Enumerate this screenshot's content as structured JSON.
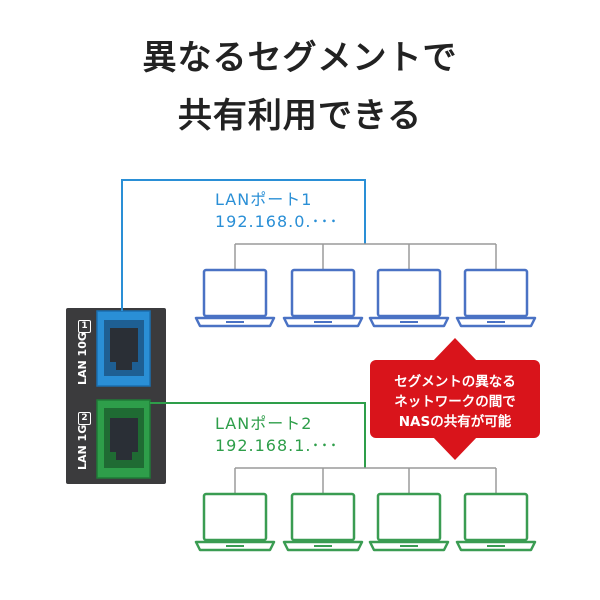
{
  "heading": {
    "line1": "異なるセグメントで",
    "line2": "共有利用できる"
  },
  "port1": {
    "title": "LANポート1",
    "ip": "192.168.0.･･･",
    "color": "#2a8fd6",
    "switch_label": "LAN 10G",
    "badge": "1"
  },
  "port2": {
    "title": "LANポート2",
    "ip": "192.168.1.･･･",
    "color": "#2e9e4a",
    "switch_label": "LAN 1G",
    "badge": "2"
  },
  "callout": {
    "line1": "セグメントの異なる",
    "line2": "ネットワークの間で",
    "line3": "NASの共有が可能",
    "color": "#d9141b"
  },
  "network1": {
    "laptop_count": 4,
    "laptop_color": "#4a72c4"
  },
  "network2": {
    "laptop_count": 4,
    "laptop_color": "#3a9c52"
  },
  "icons": [
    "nas-device-icon",
    "ethernet-port-icon",
    "laptop-icon",
    "double-arrow-icon"
  ]
}
